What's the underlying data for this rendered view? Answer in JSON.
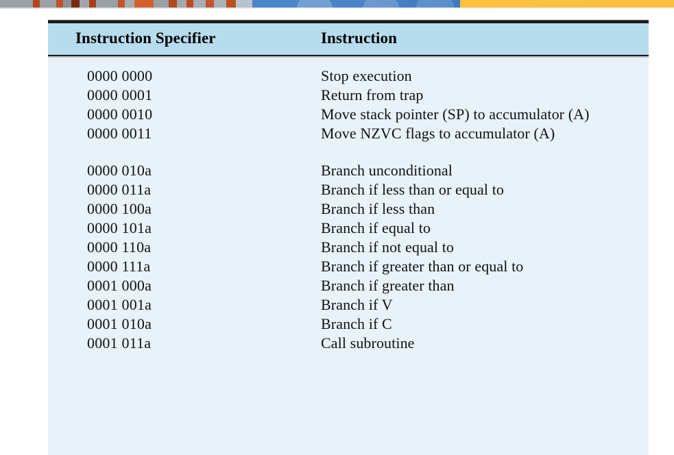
{
  "banner": {
    "segments": [
      {
        "name": "photo-strip",
        "color": "#9aa0a5"
      },
      {
        "name": "blue-block",
        "color": "#4a86c8"
      },
      {
        "name": "yellow-block",
        "color": "#fcc13e"
      }
    ]
  },
  "table": {
    "columns": [
      {
        "key": "specifier",
        "label": "Instruction Specifier"
      },
      {
        "key": "instruction",
        "label": "Instruction"
      }
    ],
    "header_bg": "#b6dcee",
    "body_bg": "#e8f2f8",
    "rule_color": "#1b1b1b",
    "groups": [
      {
        "name": "unary-instructions",
        "rows": [
          {
            "specifier": "0000 0000",
            "instruction": "Stop execution"
          },
          {
            "specifier": "0000 0001",
            "instruction": "Return from trap"
          },
          {
            "specifier": "0000 0010",
            "instruction": "Move stack pointer (SP) to accumulator (A)"
          },
          {
            "specifier": "0000 0011",
            "instruction": "Move NZVC flags to accumulator (A)"
          }
        ]
      },
      {
        "name": "branch-instructions",
        "rows": [
          {
            "specifier": "0000 010a",
            "instruction": "Branch unconditional"
          },
          {
            "specifier": "0000 011a",
            "instruction": "Branch if less than or equal to"
          },
          {
            "specifier": "0000 100a",
            "instruction": "Branch if less than"
          },
          {
            "specifier": "0000 101a",
            "instruction": "Branch if equal to"
          },
          {
            "specifier": "0000 110a",
            "instruction": "Branch if not equal to"
          },
          {
            "specifier": "0000 111a",
            "instruction": "Branch if greater than or equal to"
          },
          {
            "specifier": "0001 000a",
            "instruction": "Branch if greater than"
          },
          {
            "specifier": "0001 001a",
            "instruction": "Branch if V"
          },
          {
            "specifier": "0001 010a",
            "instruction": "Branch if C"
          },
          {
            "specifier": "0001 011a",
            "instruction": "Call subroutine"
          }
        ]
      }
    ]
  }
}
